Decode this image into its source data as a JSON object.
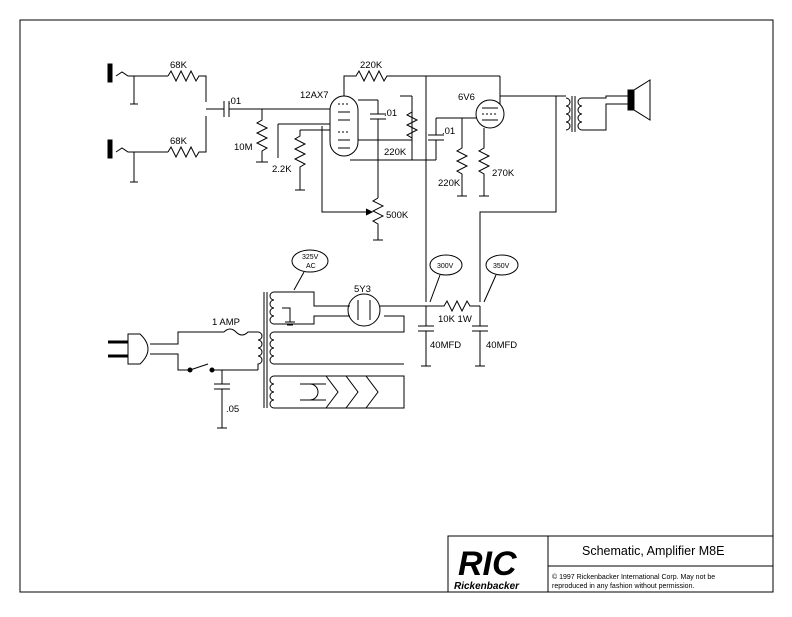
{
  "title_block": {
    "title": "Schematic, Amplifier M8E",
    "copyright_line1": "© 1997 Rickenbacker International Corp. May not be",
    "copyright_line2": "reproduced in any fashion without permission.",
    "logo_text": "RIC",
    "logo_subtext": "Rickenbacker"
  },
  "components": {
    "input_resistor_1": "68K",
    "input_resistor_2": "68K",
    "coupling_cap_1": ".01",
    "grid_resistor": "10M",
    "cathode_resistor": "2.2K",
    "preamp_tube": "12AX7",
    "plate_resistor_top": "220K",
    "coupling_cap_2": ".01",
    "plate_resistor_right": "220K",
    "volume_pot": "500K",
    "power_tube": "6V6",
    "coupling_cap_3": ".01",
    "grid_resistor_2": "220K",
    "cathode_resistor_2": "270K",
    "rectifier_tube": "5Y3",
    "ac_voltage_line1": "325V",
    "ac_voltage_line2": "AC",
    "fuse": "1 AMP",
    "line_cap": ".05",
    "voltage_1": "300V",
    "voltage_2": "350V",
    "dropping_resistor": "10K 1W",
    "filter_cap_1": "40MFD",
    "filter_cap_2": "40MFD"
  }
}
